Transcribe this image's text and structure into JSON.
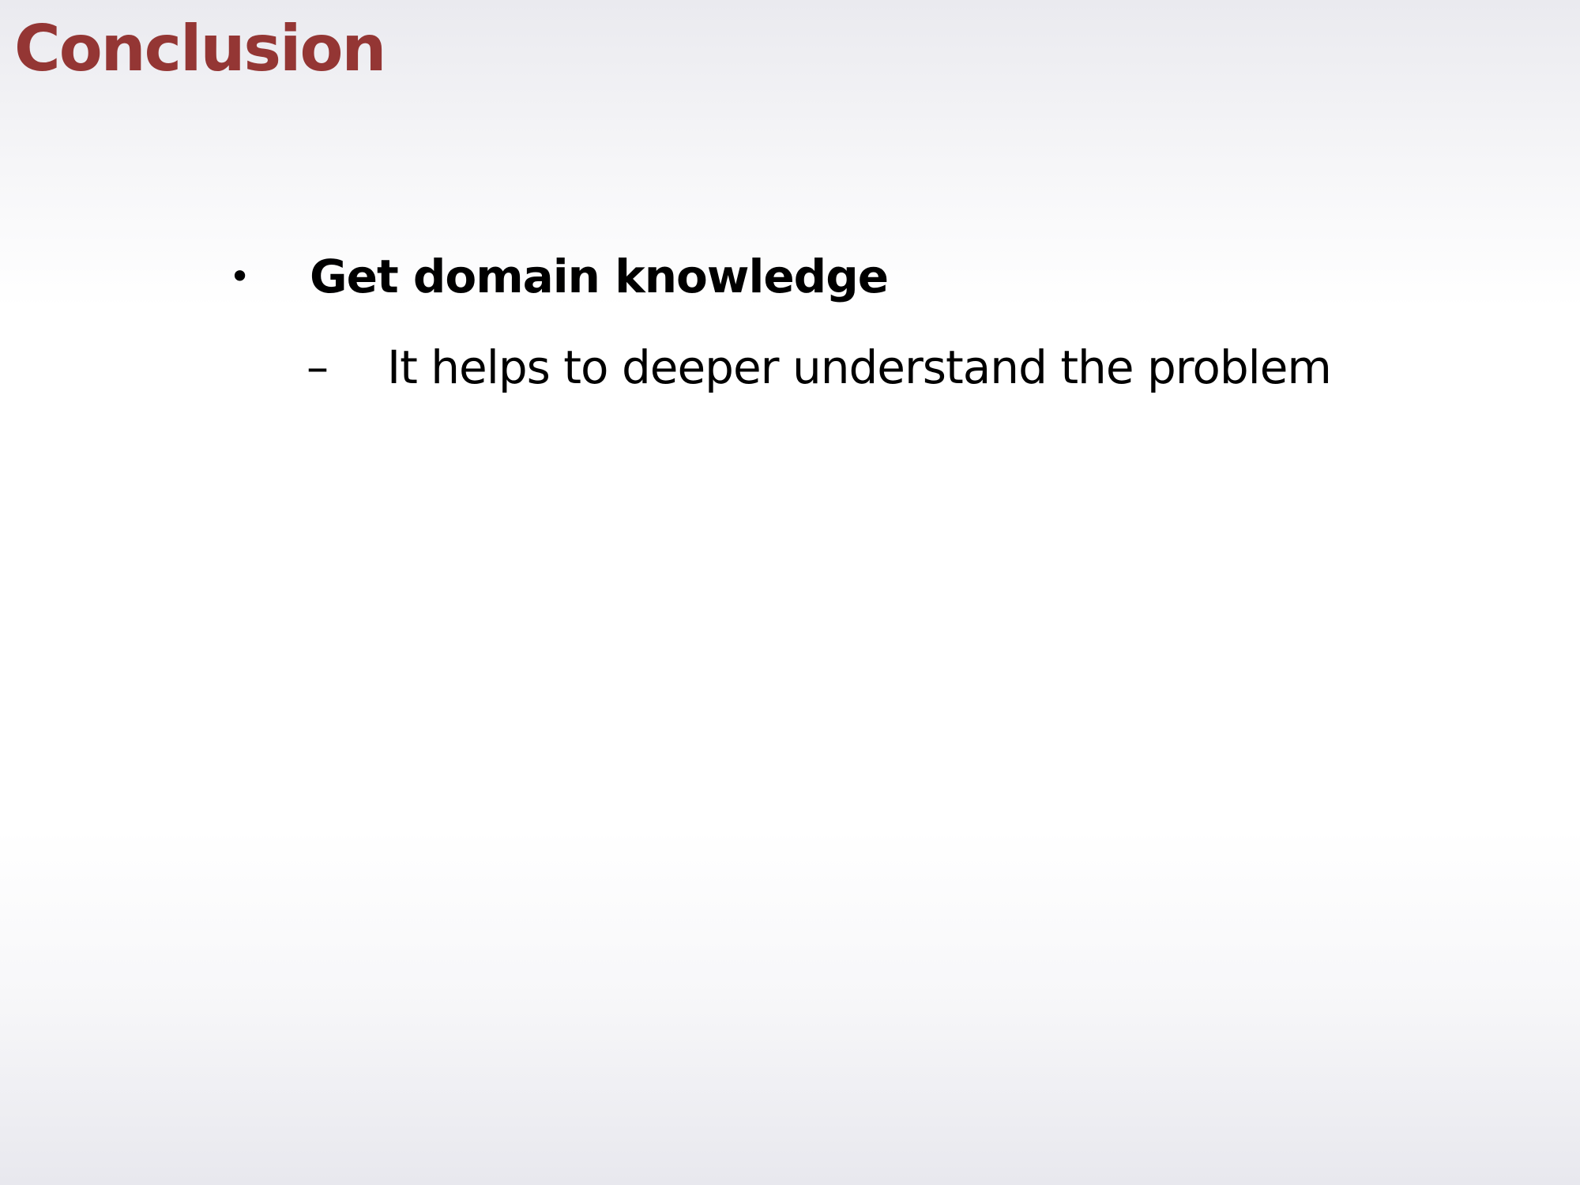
{
  "slide": {
    "title": "Conclusion",
    "bullets": [
      {
        "marker": "•",
        "text": "Get domain knowledge",
        "sub_items": [
          {
            "marker": "–",
            "text": "It helps to deeper understand the problem"
          }
        ]
      }
    ]
  },
  "colors": {
    "title": "#943634",
    "body_text": "#000000",
    "background_top": "#eaeaef",
    "background_middle": "#ffffff"
  }
}
